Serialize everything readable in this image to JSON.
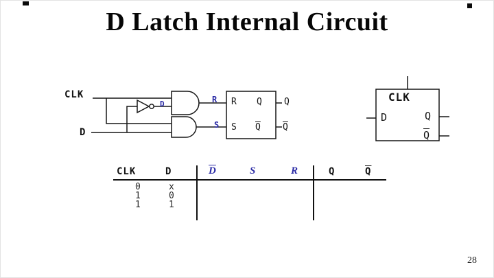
{
  "slide": {
    "title": "D Latch Internal Circuit",
    "page_number": "28"
  },
  "circuit": {
    "clk": "CLK",
    "d": "D",
    "not_gate_output": "D",
    "r_wire": "R",
    "s_wire": "S",
    "sr_latch": {
      "r": "R",
      "s": "S",
      "q": "Q",
      "qbar": "Q",
      "q_external": "Q",
      "qbar_external": "Q"
    }
  },
  "symbol": {
    "clk": "CLK",
    "d": "D",
    "q": "Q",
    "qbar": "Q"
  },
  "truth_table": {
    "headers": [
      {
        "label": "CLK"
      },
      {
        "label": "D"
      },
      {
        "label": "D",
        "overline": true,
        "color": "blue"
      },
      {
        "label": "S",
        "color": "blue"
      },
      {
        "label": "R",
        "color": "blue"
      },
      {
        "label": "Q"
      },
      {
        "label": "Q",
        "overline": true
      }
    ],
    "rows": [
      [
        "0",
        "x"
      ],
      [
        "1",
        "0"
      ],
      [
        "1",
        "1"
      ]
    ]
  },
  "colors": {
    "accent_blue": "#2b2ba6",
    "ink": "#141414"
  }
}
